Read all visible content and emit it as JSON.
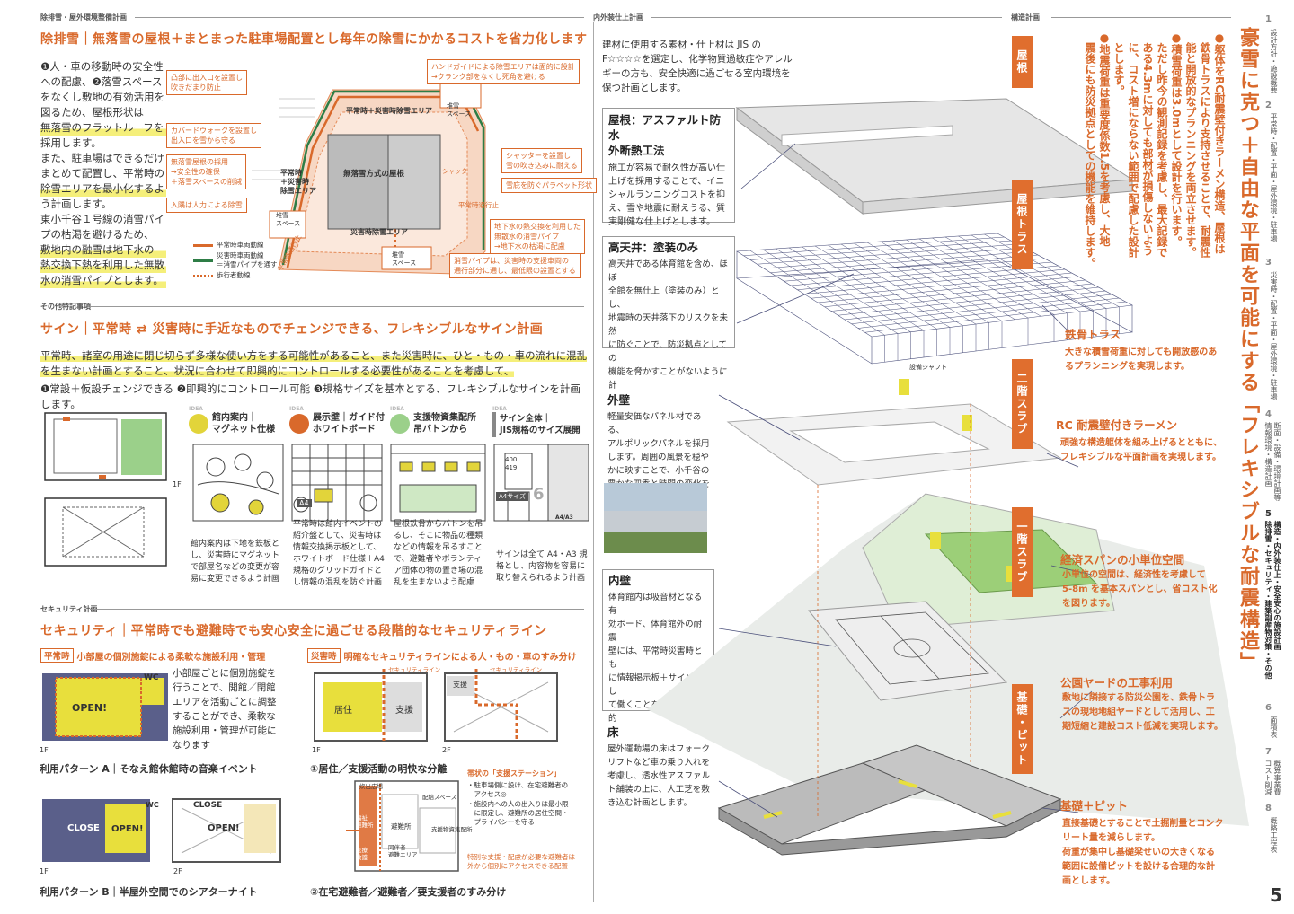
{
  "headers": {
    "snow": "除排雪・屋外環境整備計画",
    "interior": "内外装仕上計画",
    "structure": "構造計画",
    "other": "その他特記事項",
    "security": "セキュリティ計画"
  },
  "snow": {
    "title": "除排雪｜無落雪の屋根＋まとまった駐車場配置とし毎年の除雪にかかるコストを省力化します",
    "body": [
      "❶人・車の移動時の安全性",
      "への配慮、❷落雪スペース",
      "をなくし敷地の有効活用を",
      "図るため、屋根形状は",
      "無落雪のフラットルーフを",
      "採用します。",
      "また、駐車場はできるだけ",
      "まとめて配置し、平常時の",
      "除雪エリアを最小化するよ",
      "う計画します。",
      "東小千谷１号線の消雪パイ",
      "プの枯渇を避けるため、",
      "敷地内の融雪は地下水の",
      "熱交換下熱を利用した無散",
      "水の消雪パイプとします。"
    ],
    "callouts": [
      "凸部に出入口を設置し\n吹きだまり防止",
      "ハンドガイドによる除雪エリアは面的に設計\n→クランク部をなくし死角を避ける",
      "カバードウォークを設置し\n出入口を雪から守る",
      "無落雪屋根の採用\n→安全性の確保\n＋落雪スペースの削減",
      "入隅は人力による除雪",
      "シャッターを設置し\n雪の吹き込みに耐える",
      "雪庇を防ぐパラペット形状",
      "地下水の熱交換を利用した\n無散水の消雪パイプ\n→地下水の枯渇に配慮",
      "消雪パイプは、災害時の支援車両の\n通行部分に通し、最低限の設置とする"
    ],
    "map_labels": {
      "roof": "無落雪方式の屋根",
      "normal_area": "平常時＋災害時除雪エリア",
      "normal_area2": "平常時\n＋災害時\n除雪エリア",
      "pile1": "堆雪\nスペース",
      "pile2": "堆雪\nスペース",
      "pile3": "堆雪\nスペース",
      "shutter": "シャッター",
      "disaster_lane": "災害時除雪エリア",
      "normal_lane": "平常時通行止",
      "normal_lane2": "平常時通行止"
    },
    "legend": [
      "平常時車両動線",
      "災害時車両動線\n＝消雪パイプを通す",
      "歩行者動線"
    ]
  },
  "sign": {
    "title": "サイン｜平常時 ⇄ 災害時に手近なものでチェンジできる、フレキシブルなサイン計画",
    "body1": "平常時、諸室の用途に閉じ切らず多様な使い方をする可能性があること、また災害時に、ひと・もの・車の流れに混乱を生まない計画とすること、状況に合わせて即興的にコントロールする必要性があることを考慮して、",
    "body2": "❶常設＋仮設チェンジできる ❷即興的にコントロール可能 ❸規格サイズを基本とする、フレキシブルなサインを計画します。",
    "floor1": "1F",
    "ideas": [
      {
        "idea": "IDEA",
        "title": "館内案内｜\nマグネット仕様",
        "desc": "館内案内は下地を鉄板と\nし、災害時にマグネット\nで部屋名などの変更が容\n易に変更できるよう計画",
        "color": "#e2d43a"
      },
      {
        "idea": "IDEA",
        "title": "展示壁｜ガイド付\nホワイトボード",
        "desc": "平常時は館内イベントの\n紹介盤として、災害時は\n情報交換掲示板として、\nホワイトボード仕様＋A4\n規格のグリッドガイドと\nし情報の混乱を防ぐ計画",
        "color": "#d9692b"
      },
      {
        "idea": "IDEA",
        "title": "支援物資集配所\n吊バトンから",
        "desc": "屋根鉄骨からバトンを吊\nるし、そこに物品の種類\nなどの情報を吊るすこと\nで、避難者やボランティ\nア団体の物の置き場の混\n乱を生まないよう配慮",
        "color": "#9bd08a"
      },
      {
        "idea": "IDEA",
        "title": "サイン全体｜\nJIS規格のサイズ展開",
        "desc": "サインは全て A4・A3 規\n格とし、内容物を容易に\n取り替えられるよう計画",
        "color": "#888"
      }
    ],
    "a4": "A4",
    "a4size": "A4サイズ",
    "a4a3": "A4/A3",
    "num6": "6",
    "num400": "400",
    "num419": "419"
  },
  "security": {
    "title": "セキュリティ｜平常時でも避難時でも安心安全に過ごせる段階的なセキュリティライン",
    "normal_tag": "平常時",
    "normal_head": "小部屋の個別施錠による柔軟な施設利用・管理",
    "disaster_tag": "災害時",
    "disaster_head": "明確なセキュリティラインによる人・もの・車のすみ分け",
    "normal_body": "小部屋ごとに個別施錠を\n行うことで、開館／閉館\nエリアを活動ごとに調整\nすることができ、柔軟な\n施設利用・管理が可能に\nなります",
    "open": "OPEN!",
    "close": "CLOSE",
    "wc": "WC",
    "f1": "1F",
    "f2": "2F",
    "patA": "利用パターン A｜そなえ館休館時の音楽イベント",
    "patB": "利用パターン B｜半屋外空間でのシアターナイト",
    "dis1": "①居住／支援活動の明快な分離",
    "dis2": "②在宅避難者／避難者／要支援者のすみ分け",
    "live": "居住",
    "support": "支援",
    "secline": "セキュリティライン",
    "station_title": "帯状の「支援ステーション」",
    "station_items": [
      "・駐車場側に設け、在宅避難者の\n　アクセス◎",
      "・施設内への人の出入りは最小限\n　に限定し、避難所の居住空間・\n　プライバシーを守る"
    ],
    "special": "特別な支援・配慮が必要な避難者は\n外から個別にアクセスできる配置",
    "plan_labels": [
      "炊出広場",
      "配給スペース",
      "避難所",
      "支援物資集配所",
      "同伴者\n避難エリア",
      "福祉\n避難所",
      "医療\n救護"
    ]
  },
  "interior": {
    "intro": "建材に使用する素材・仕上材は JIS の F☆☆☆☆を選定し、化学物質過敏症やアレルギーの方も、安全快適に過ごせる室内環境を保つ計画とします。",
    "items": [
      {
        "title": "屋根：アスファルト防水\n外断熱工法",
        "body": "施工が容易で耐久性が高い仕\n上げを採用することで、イニ\nシャルランニングコストを抑\nえ、雪や地震に耐えうる、質\n実剛健な仕上げとします。"
      },
      {
        "title": "高天井：塗装のみ",
        "body": "高天井である体育館を含め、ほぼ\n全館を無仕上（塗装のみ）とし、\n地震時の天井落下のリスクを未然\nに防ぐことで、防災拠点としての\n機能を脅かすことがないように計\n画します。"
      },
      {
        "title": "外壁",
        "body": "軽量安価なパネル材である、\nアルポリックパネルを採用\nします。周囲の風景を穏や\nかに映すことで、小千谷の\n豊かな四季と時間の変化を\n楽しめる計画とします。"
      },
      {
        "title": "内壁",
        "body": "体育館内は吸音材となる有\n効ボード、体育館外の耐震\n壁には、平常時災害時とも\nに情報掲示板＋サインとし\nて働くことを考え、簡易的\nに掲示が可能となるように\nマグネット塗装仕上げとし\nます。"
      },
      {
        "title": "床",
        "body": "屋外運動場の床はフォーク\nリフトなど車の乗り入れを\n考慮し、透水性アスファル\nト舗装の上に、人工芝を敷\nき込む計画とします。"
      }
    ]
  },
  "structure": {
    "tags": [
      "屋根",
      "屋根トラス",
      "二階スラブ",
      "一階スラブ",
      "基礎・ピット"
    ],
    "shaft": "設備シャフト",
    "notes": [
      {
        "title": "鉄骨トラス",
        "body": "大きな積雪荷重に対しても開放感のあ\nるプランニングを実現します。"
      },
      {
        "title": "RC 耐震壁付きラーメン",
        "body": "頑強な構造躯体を組み上げるとともに、\nフレキシブルな平面計画を実現します。"
      },
      {
        "title": "経済スパンの小単位空間",
        "body": "小単位の空間は、経済性を考慮して\n5-8m を基本スパンとし、省コスト化\nを図ります。"
      },
      {
        "title": "公園ヤードの工事利用",
        "body": "敷地に隣接する防災公園を、鉄骨トラ\nスの現地地組ヤードとして活用し、工\n期短縮と建設コスト低減を実現します。"
      },
      {
        "title": "基礎＋ピット",
        "body": "直接基礎とすることで土掘削量とコンク\nリート量を減らします。\n荷重が集中し基礎梁せいの大きくなる\n範囲に設備ピットを設ける合理的な計\n画とします。"
      }
    ],
    "vertical_text": [
      "●躯体をRC耐震壁付きラーメン構造、屋根は",
      "　鉄骨トラスにより支持させることで、耐震性",
      "　能と開放的なプランニングを両立させます。",
      "●積雪荷重は3.0mとして設計を行います。",
      "　ただし昨今の観測記録を考慮し、最大記録で",
      "　ある4.3mに対しても部材が損傷しないよう",
      "　に、コスト増にならない範囲で配慮した設計",
      "　とします。",
      "●地震荷重は重要度係数1.5を考慮し、大地",
      "　震後にも防災拠点としての機能を維持します。"
    ],
    "headline": "豪雪に克つ＋自由な平面を可能にする「フレキシブルな耐震構造」"
  },
  "side_index": [
    {
      "num": "1",
      "text": "設計方針・施設概要"
    },
    {
      "num": "2",
      "text": "平常時・配置・平面・屋外環境・駐車場"
    },
    {
      "num": "3",
      "text": "災害時・配置・平面・屋外環境・駐車場"
    },
    {
      "num": "4",
      "text": "断面・設備・環境計画等\n情報環境・構造計画"
    },
    {
      "num": "5",
      "text": "構造・内外装仕上・安全安心の施設計画\n除排雪・セキュリティ・建築副産物対策・その他"
    },
    {
      "num": "6",
      "text": "面積表"
    },
    {
      "num": "7",
      "text": "概算事業費\nコスト削減"
    },
    {
      "num": "8",
      "text": "概略工程表"
    }
  ],
  "page_number": "5",
  "colors": {
    "accent": "#d9692b",
    "yellow": "#e8df3c",
    "green": "#9bd08a"
  }
}
